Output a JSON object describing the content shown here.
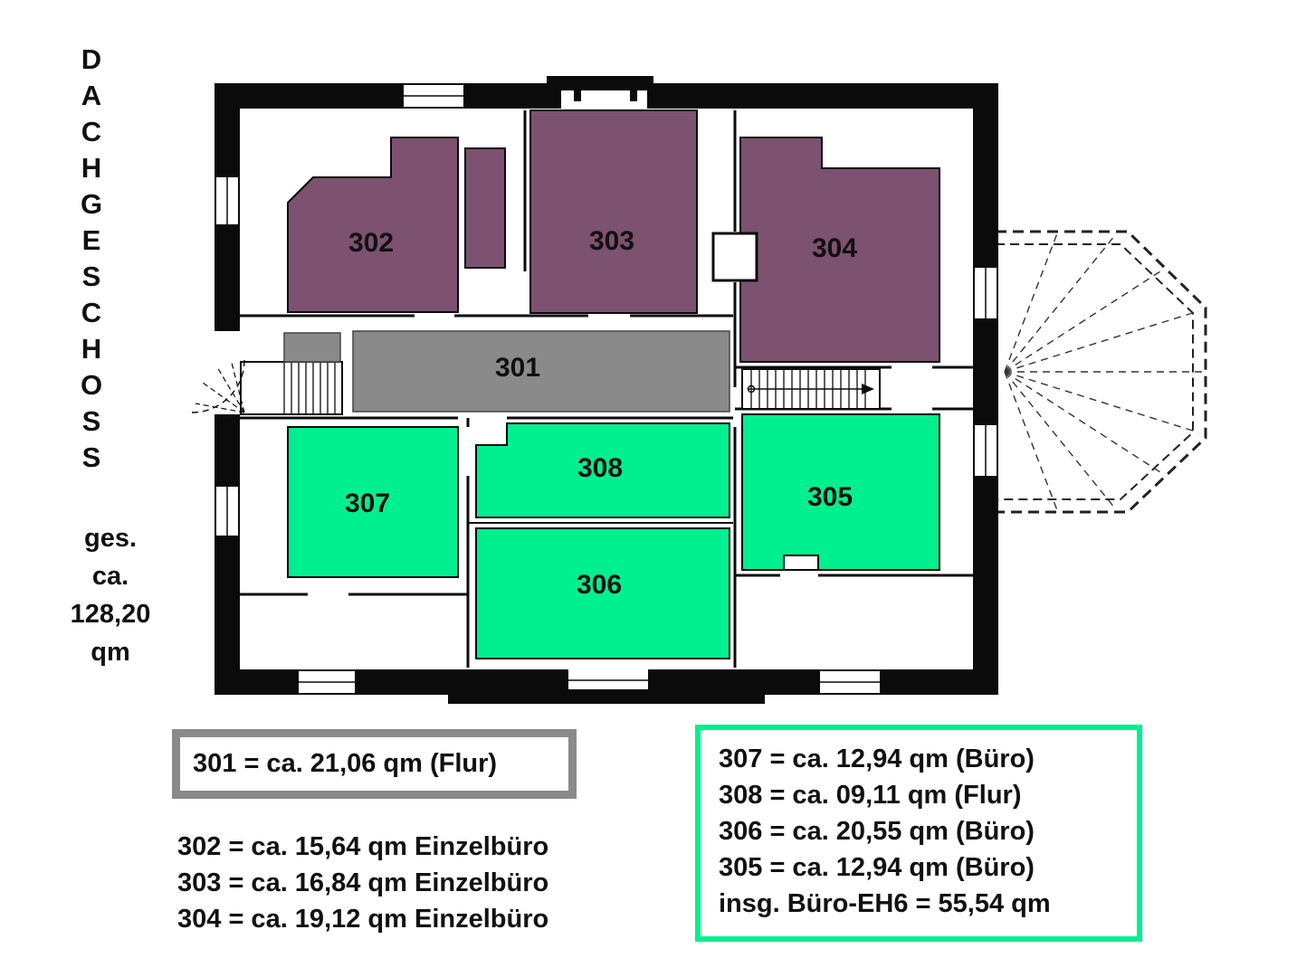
{
  "colors": {
    "wall": "#0b0b0b",
    "room_purple": "#7d5170",
    "room_green": "#00ef8f",
    "room_gray": "#8a8a8a",
    "legend_gray_border": "#8a8a8a",
    "legend_green_border": "#00ef8f",
    "text": "#111111"
  },
  "floor_title_vertical": [
    "D",
    "A",
    "C",
    "H",
    "G",
    "E",
    "S",
    "C",
    "H",
    "O",
    "S",
    "S"
  ],
  "total_area": {
    "lines": [
      "ges.",
      "ca.",
      "128,20",
      "qm"
    ]
  },
  "rooms": {
    "301": {
      "label": "301"
    },
    "302": {
      "label": "302"
    },
    "303": {
      "label": "303"
    },
    "304": {
      "label": "304"
    },
    "305": {
      "label": "305"
    },
    "306": {
      "label": "306"
    },
    "307": {
      "label": "307"
    },
    "308": {
      "label": "308"
    }
  },
  "legend": {
    "flur_box_text": "301 = ca. 21,06 qm (Flur)",
    "einzelbuero_lines": [
      "302 = ca. 15,64 qm Einzelbüro",
      "303 = ca. 16,84 qm Einzelbüro",
      "304 = ca. 19,12 qm Einzelbüro"
    ],
    "buero_box_lines": [
      "307 = ca. 12,94 qm (Büro)",
      "308 = ca. 09,11 qm (Flur)",
      "306 = ca. 20,55 qm (Büro)",
      "305 = ca. 12,94 qm (Büro)",
      "insg. Büro-EH6 = 55,54 qm"
    ]
  }
}
